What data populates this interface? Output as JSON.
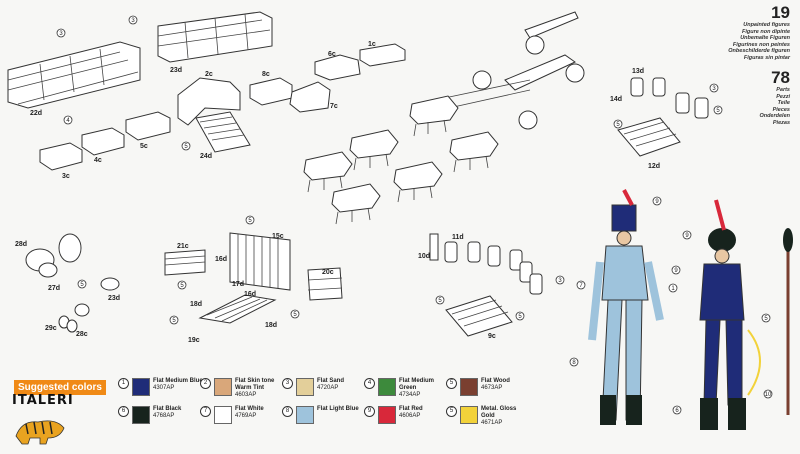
{
  "counts": {
    "figures": "19",
    "figures_langs": [
      "Unpainted figures",
      "Figure non dipinte",
      "Unbemalte Figuren",
      "Figurines non peintes",
      "Onbeschilderde figuren",
      "Figuras sin pintar"
    ],
    "parts": "78",
    "parts_langs": [
      "Parts",
      "Pezzi",
      "Teile",
      "Pieces",
      "Onderdelen",
      "Piezas"
    ]
  },
  "part_labels": [
    "22d",
    "23d",
    "6c",
    "1c",
    "2c",
    "8c",
    "7c",
    "3c",
    "4c",
    "5c",
    "24d",
    "13d",
    "14d",
    "12d",
    "28d",
    "27d",
    "23d",
    "29c",
    "28c",
    "21c",
    "16d",
    "15c",
    "17d",
    "18d",
    "18d",
    "16d",
    "20c",
    "19c",
    "11d",
    "10d",
    "9c"
  ],
  "legend_title": "Suggested colors",
  "brand": "ITALERI",
  "colors": [
    {
      "num": "1",
      "name": "Flat Medium Blue",
      "code": "4307AP",
      "hex": "#1f2c78"
    },
    {
      "num": "2",
      "name": "Flat Skin tone Warm Tint",
      "code": "4603AP",
      "hex": "#d9a77a"
    },
    {
      "num": "3",
      "name": "Flat Sand",
      "code": "4720AP",
      "hex": "#e3cf9a"
    },
    {
      "num": "4",
      "name": "Flat Medium Green",
      "code": "4734AP",
      "hex": "#3d8a3c"
    },
    {
      "num": "5",
      "name": "Flat Wood",
      "code": "4673AP",
      "hex": "#7a3f30"
    },
    {
      "num": "6",
      "name": "Flat Black",
      "code": "4768AP",
      "hex": "#17231d"
    },
    {
      "num": "7",
      "name": "Flat White",
      "code": "4769AP",
      "hex": "#ffffff"
    },
    {
      "num": "8",
      "name": "Flat Light Blue",
      "code": "",
      "hex": "#9ec3dc"
    },
    {
      "num": "9",
      "name": "Flat Red",
      "code": "4606AP",
      "hex": "#d8283a"
    },
    {
      "num": "5",
      "name": "Metal. Gloss Gold",
      "code": "4671AP",
      "hex": "#f2d23a"
    }
  ]
}
